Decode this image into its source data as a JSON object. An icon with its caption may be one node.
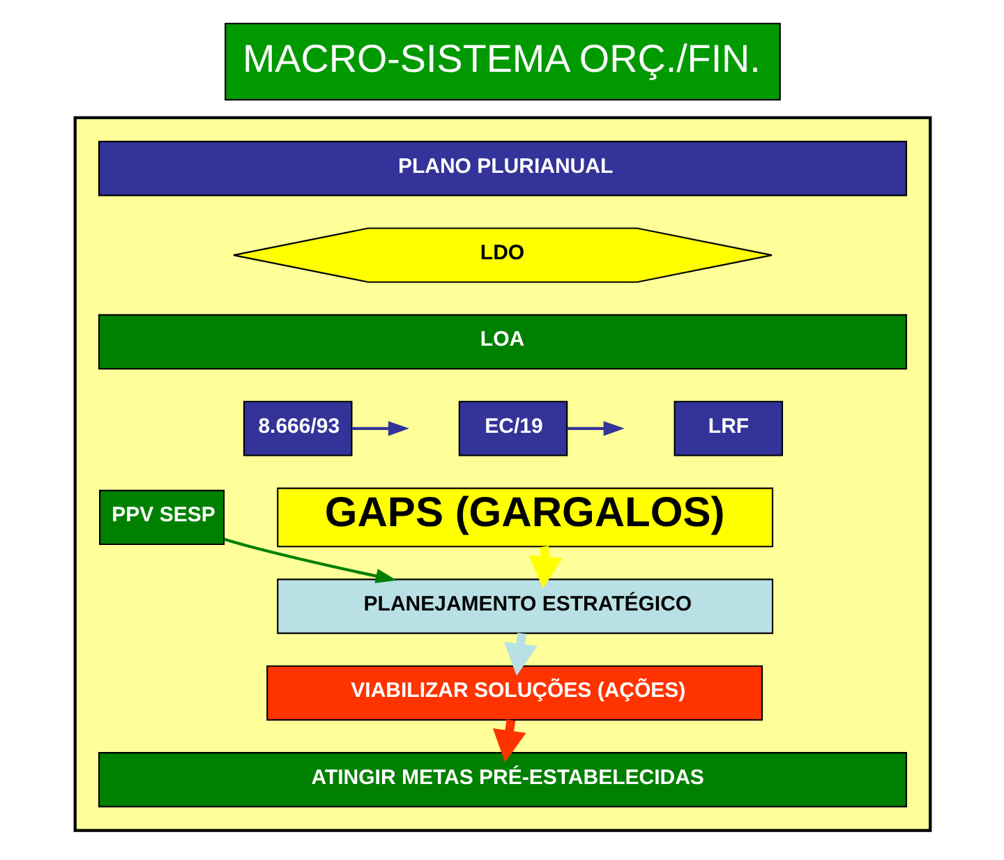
{
  "diagram": {
    "title": "MACRO-SISTEMA ORÇ./FIN.",
    "nodes": [
      {
        "text": [],
        "shape": "box"
      },
      {
        "text": [
          "PLANO PLURIANUAL"
        ],
        "in": 0
      },
      {
        "text": [
          "LDO"
        ],
        "in": 0
      },
      {
        "text": [
          "LOA"
        ],
        "in": 0
      },
      {
        "text": [
          "8.666/93"
        ],
        "in": 0
      },
      {
        "text": [
          "EC/19"
        ],
        "in": 0
      },
      {
        "text": [
          "LRF"
        ],
        "in": 0
      },
      {
        "text": [
          "GAPS (GARGALOS)"
        ],
        "in": 0
      },
      {
        "text": [
          "PPV SESP"
        ],
        "in": 0
      },
      {
        "text": [
          "PLANEJAMENTO ESTRATÉGICO"
        ],
        "in": 0
      },
      {
        "text": [
          "VIABILIZAR SOLUÇÕES (AÇÕES)"
        ],
        "in": 0
      },
      {
        "text": [
          "ATINGIR METAS PRÉ-ESTABELECIDAS"
        ],
        "in": 0
      }
    ],
    "edges": [
      {
        "from": 4,
        "to": null,
        "arrow": "to",
        "color": "#333399"
      },
      {
        "from": 5,
        "to": null,
        "arrow": "to",
        "color": "#333399"
      },
      {
        "from": 8,
        "to": 9,
        "arrow": "to",
        "color": "#008000"
      },
      {
        "from": 7,
        "to": 9,
        "arrow": "to",
        "style": "thick",
        "color": "#ffff00"
      },
      {
        "from": 9,
        "to": 10,
        "arrow": "to",
        "style": "thick",
        "color": "#b9e0e5"
      },
      {
        "from": 10,
        "to": 11,
        "arrow": "to",
        "style": "thick",
        "color": "#ff3300"
      }
    ]
  }
}
